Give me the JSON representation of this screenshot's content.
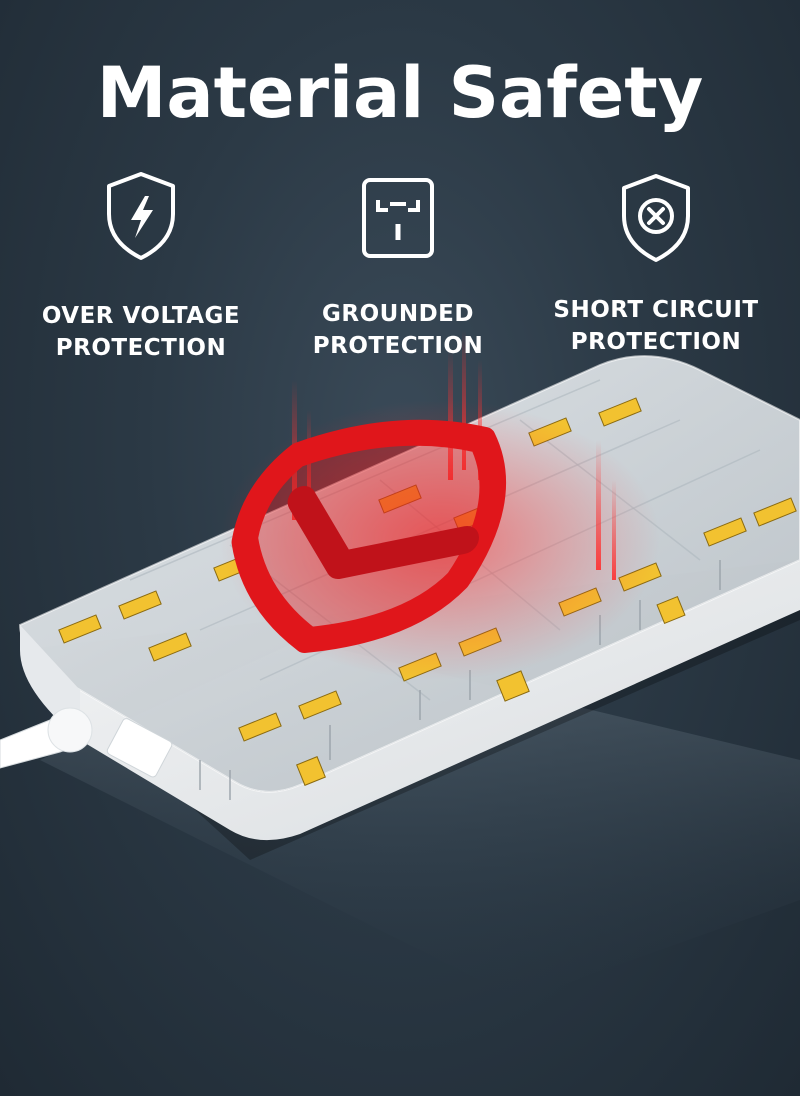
{
  "title": "Material Safety",
  "features": [
    {
      "icon": "lightning-shield-icon",
      "line1": "OVER VOLTAGE",
      "line2": "PROTECTION"
    },
    {
      "icon": "grounded-socket-icon",
      "line1": "GROUNDED",
      "line2": "PROTECTION"
    },
    {
      "icon": "x-shield-icon",
      "line1": "SHORT CIRCUIT",
      "line2": "PROTECTION"
    }
  ],
  "colors": {
    "accent_red": "#e0161b",
    "socket_yellow": "#f2c230",
    "background": "#2b3945"
  }
}
